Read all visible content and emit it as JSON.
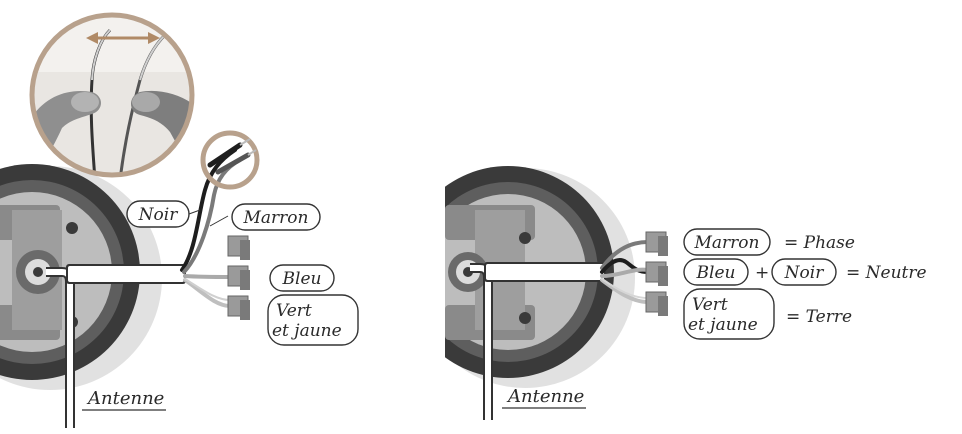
{
  "left_panel": {
    "labels": {
      "noir": "Noir",
      "marron": "Marron",
      "bleu": "Bleu",
      "vert_line1": "Vert",
      "vert_line2": "et jaune",
      "antenne": "Antenne"
    }
  },
  "right_panel": {
    "labels": {
      "marron": "Marron",
      "phase": "= Phase",
      "bleu": "Bleu",
      "plus": "+",
      "noir": "Noir",
      "neutre": "= Neutre",
      "vert_line1": "Vert",
      "vert_line2": "et jaune",
      "terre": "= Terre",
      "antenne": "Antenne"
    }
  },
  "colors": {
    "accent_circle": "#b8a18c",
    "terminal": "#9a9a9a",
    "motor_dark": "#3a3a3a",
    "motor_mid": "#7a7a7a",
    "motor_light": "#bdbdbd"
  }
}
